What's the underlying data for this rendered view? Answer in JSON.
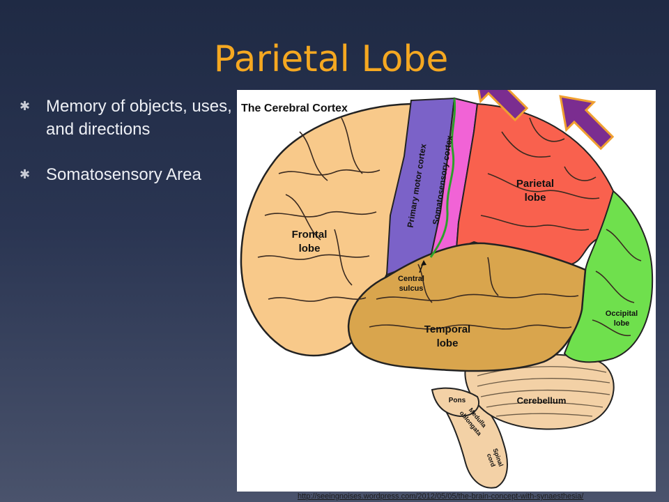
{
  "slide": {
    "title": "Parietal Lobe",
    "bullets": [
      "Memory of objects, uses, and directions",
      "Somatosensory Area"
    ],
    "bullet_glyph": "✱",
    "source_url": "http://seeingnoises.wordpress.com/2012/05/05/the-brain-concept-with-synaesthesia/"
  },
  "diagram": {
    "title": "The Cerebral Cortex",
    "labels": {
      "frontal": [
        "Frontal",
        "lobe"
      ],
      "primary_motor": "Primary motor cortex",
      "somatosensory": "Somatosensory cortex",
      "parietal": [
        "Parietal",
        "lobe"
      ],
      "occipital": [
        "Occipital",
        "lobe"
      ],
      "temporal": [
        "Temporal",
        "lobe"
      ],
      "central_sulcus": [
        "Central",
        "sulcus"
      ],
      "cerebellum": "Cerebellum",
      "pons": "Pons",
      "medulla": [
        "Medulla",
        "oblongata"
      ],
      "spinal_cord": [
        "Spinal",
        "cord"
      ]
    },
    "colors": {
      "frontal": "#f8c98a",
      "motor": "#7b62c8",
      "somatosensory": "#f163d6",
      "parietal": "#f9614e",
      "occipital": "#6fe04d",
      "temporal": "#d9a54d",
      "cerebellum": "#f3d1a6",
      "arrow": "#7b2d90",
      "arrow_outline": "#f0a030"
    }
  }
}
